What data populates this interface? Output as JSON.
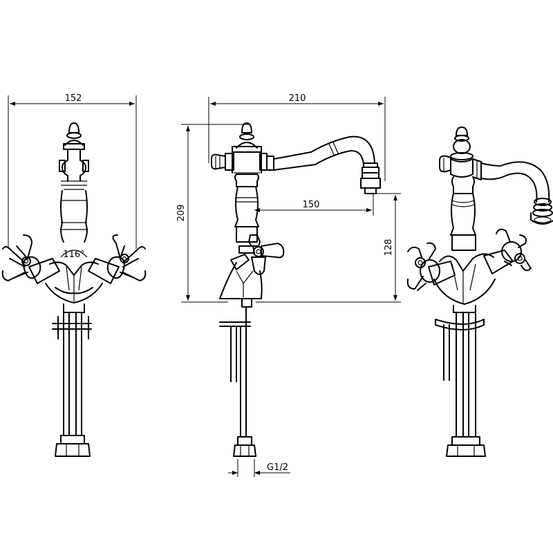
{
  "dimensions": {
    "front_width": "152",
    "front_angle": "116°",
    "side_reach": "210",
    "side_height": "209",
    "side_spout_reach": "150",
    "side_spout_height": "128",
    "side_connection": "G1/2"
  },
  "colors": {
    "line": "#000000",
    "background": "#ffffff"
  }
}
